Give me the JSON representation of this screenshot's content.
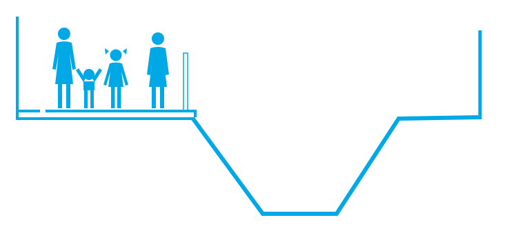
{
  "colors": {
    "figure": "#00a9e6",
    "background": "#ffffff"
  },
  "scene": {
    "figures": [
      {
        "kind": "woman",
        "icon": "woman-figure-icon"
      },
      {
        "kind": "child-boy",
        "icon": "child-boy-figure-icon"
      },
      {
        "kind": "child-girl",
        "icon": "child-girl-figure-icon"
      },
      {
        "kind": "woman",
        "icon": "woman-figure-icon"
      }
    ],
    "elements": [
      "left-wall",
      "viewing-platform",
      "railing-post",
      "channel-profile",
      "right-wall"
    ]
  }
}
